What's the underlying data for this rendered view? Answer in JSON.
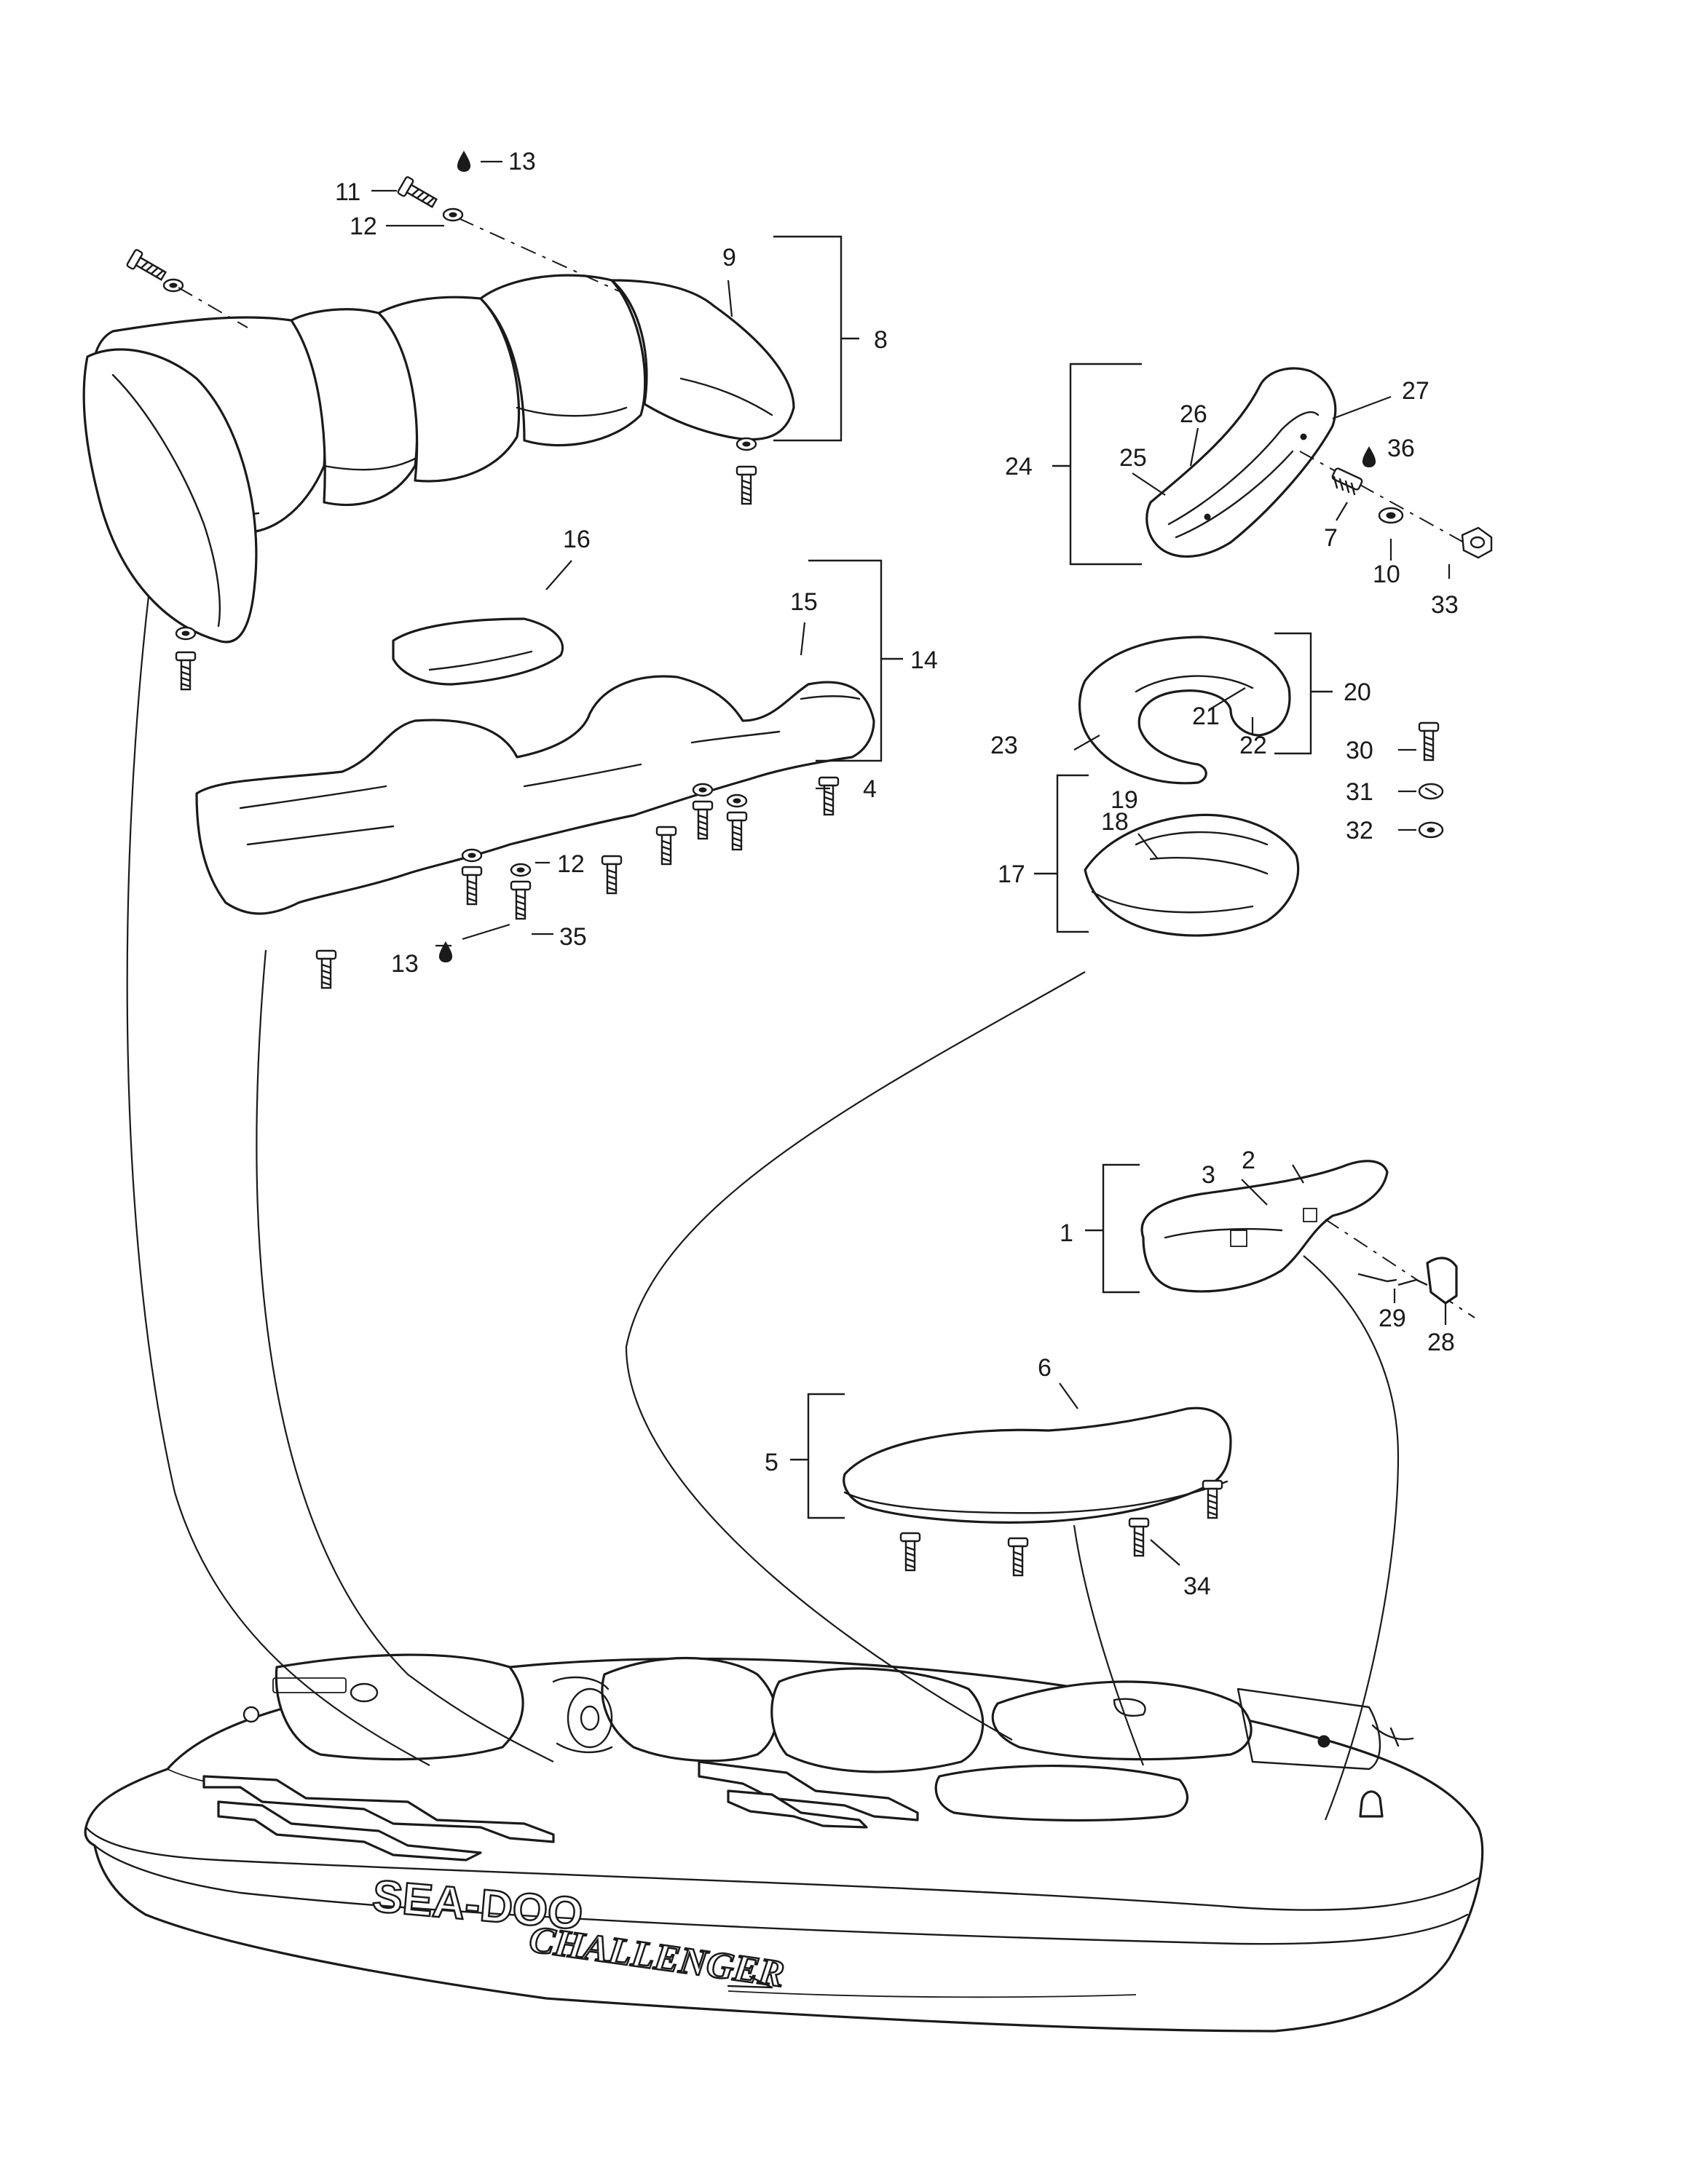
{
  "callouts": [
    "1",
    "2",
    "3",
    "4",
    "5",
    "6",
    "7",
    "8",
    "9",
    "10",
    "11",
    "12",
    "12",
    "13",
    "13",
    "14",
    "15",
    "16",
    "17",
    "18",
    "19",
    "20",
    "21",
    "22",
    "23",
    "24",
    "25",
    "26",
    "27",
    "28",
    "29",
    "30",
    "31",
    "32",
    "33",
    "34",
    "35",
    "36"
  ],
  "brand_logo": "SEA-DOO",
  "model_logo": "CHALLENGER",
  "symbols": {
    "drop": "adhesive-drop-icon"
  }
}
